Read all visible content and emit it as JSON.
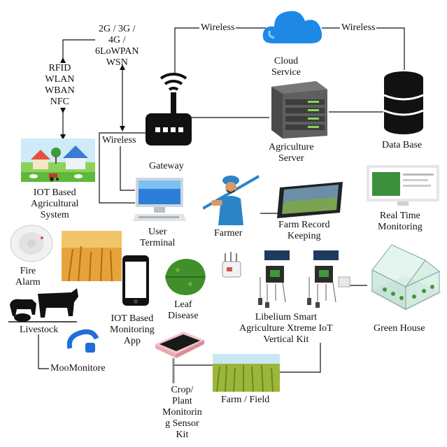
{
  "labels": {
    "cloud_service": "Cloud\nService",
    "wireless_left": "Wireless",
    "wireless_right": "Wireless",
    "network_standards": "2G / 3G /\n4G /\n6LoWPAN\nWSN",
    "short_range": "RFID\nWLAN\nWBAN\nNFC",
    "wireless_gateway": "Wireless",
    "gateway": "Gateway",
    "agriculture_server": "Agriculture\nServer",
    "data_base": "Data Base",
    "iot_ag_system": "IOT Based\nAgricultural\nSystem",
    "user_terminal": "User\nTerminal",
    "farmer": "Farmer",
    "farm_record": "Farm Record\nKeeping",
    "real_time": "Real Time\nMonitoring",
    "fire_alarm": "Fire\nAlarm",
    "livestock": "Livestock",
    "monitoring_app": "IOT Based\nMonitoring\nApp",
    "leaf_disease": "Leaf\nDisease",
    "libelium": "Libelium Smart\nAgriculture Xtreme IoT\nVertical Kit",
    "green_house": "Green House",
    "moo_monitor": "MooMonitore",
    "crop_sensor": "Crop/\nPlant\nMonitorin\ng Sensor\nKit",
    "farm_field": "Farm / Field"
  },
  "icons": {
    "cloud": "cloud-icon",
    "router": "router-icon",
    "server": "server-icon",
    "database": "database-icon",
    "farm": "farm-illustration",
    "terminal": "desktop-computer-icon",
    "farmer": "farmer-figure",
    "tablet": "tablet-icon",
    "monitor": "monitor-icon",
    "fire_alarm": "smoke-detector-icon",
    "wheat": "wheat-field-image",
    "livestock": "livestock-silhouette",
    "moo": "collar-tracker-icon",
    "phone": "smartphone-icon",
    "leaf": "leaf-icon",
    "libelium": "sensor-kit-icon",
    "greenhouse": "greenhouse-icon",
    "crop_sensor": "sensor-device-icon",
    "field": "crop-field-image"
  },
  "colors": {
    "cloud_blue": "#1e88e5",
    "server_gray": "#5b5b5b",
    "led_green": "#7ed957",
    "line": "#111111",
    "leaf_green": "#3f8f2a",
    "wheat_gold": "#d9a23a",
    "farmer_blue": "#2a84c6"
  }
}
